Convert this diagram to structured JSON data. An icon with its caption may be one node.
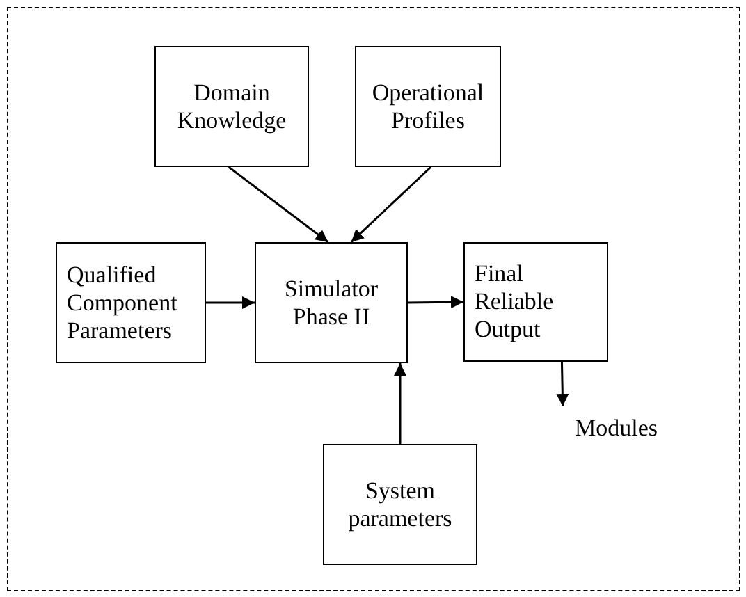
{
  "diagram": {
    "nodes": [
      {
        "text": [
          "Domain Knowledge"
        ]
      },
      {
        "text": [
          "Operational Profiles"
        ]
      },
      {
        "text": [
          "Qualified Component Parameters"
        ]
      },
      {
        "text": [
          "Simulator Phase II"
        ]
      },
      {
        "text": [
          "Final Reliable Output"
        ]
      },
      {
        "text": [
          "Modules"
        ]
      },
      {
        "text": [
          "System parameters"
        ]
      }
    ],
    "edges": [
      {
        "from": 0,
        "to": 3,
        "arrow": "to"
      },
      {
        "from": 1,
        "to": 3,
        "arrow": "to"
      },
      {
        "from": 2,
        "to": 3,
        "arrow": "to"
      },
      {
        "from": 3,
        "to": 4,
        "arrow": "to"
      },
      {
        "from": 4,
        "to": 5,
        "arrow": "to"
      },
      {
        "from": 6,
        "to": 3,
        "arrow": "to"
      }
    ]
  }
}
